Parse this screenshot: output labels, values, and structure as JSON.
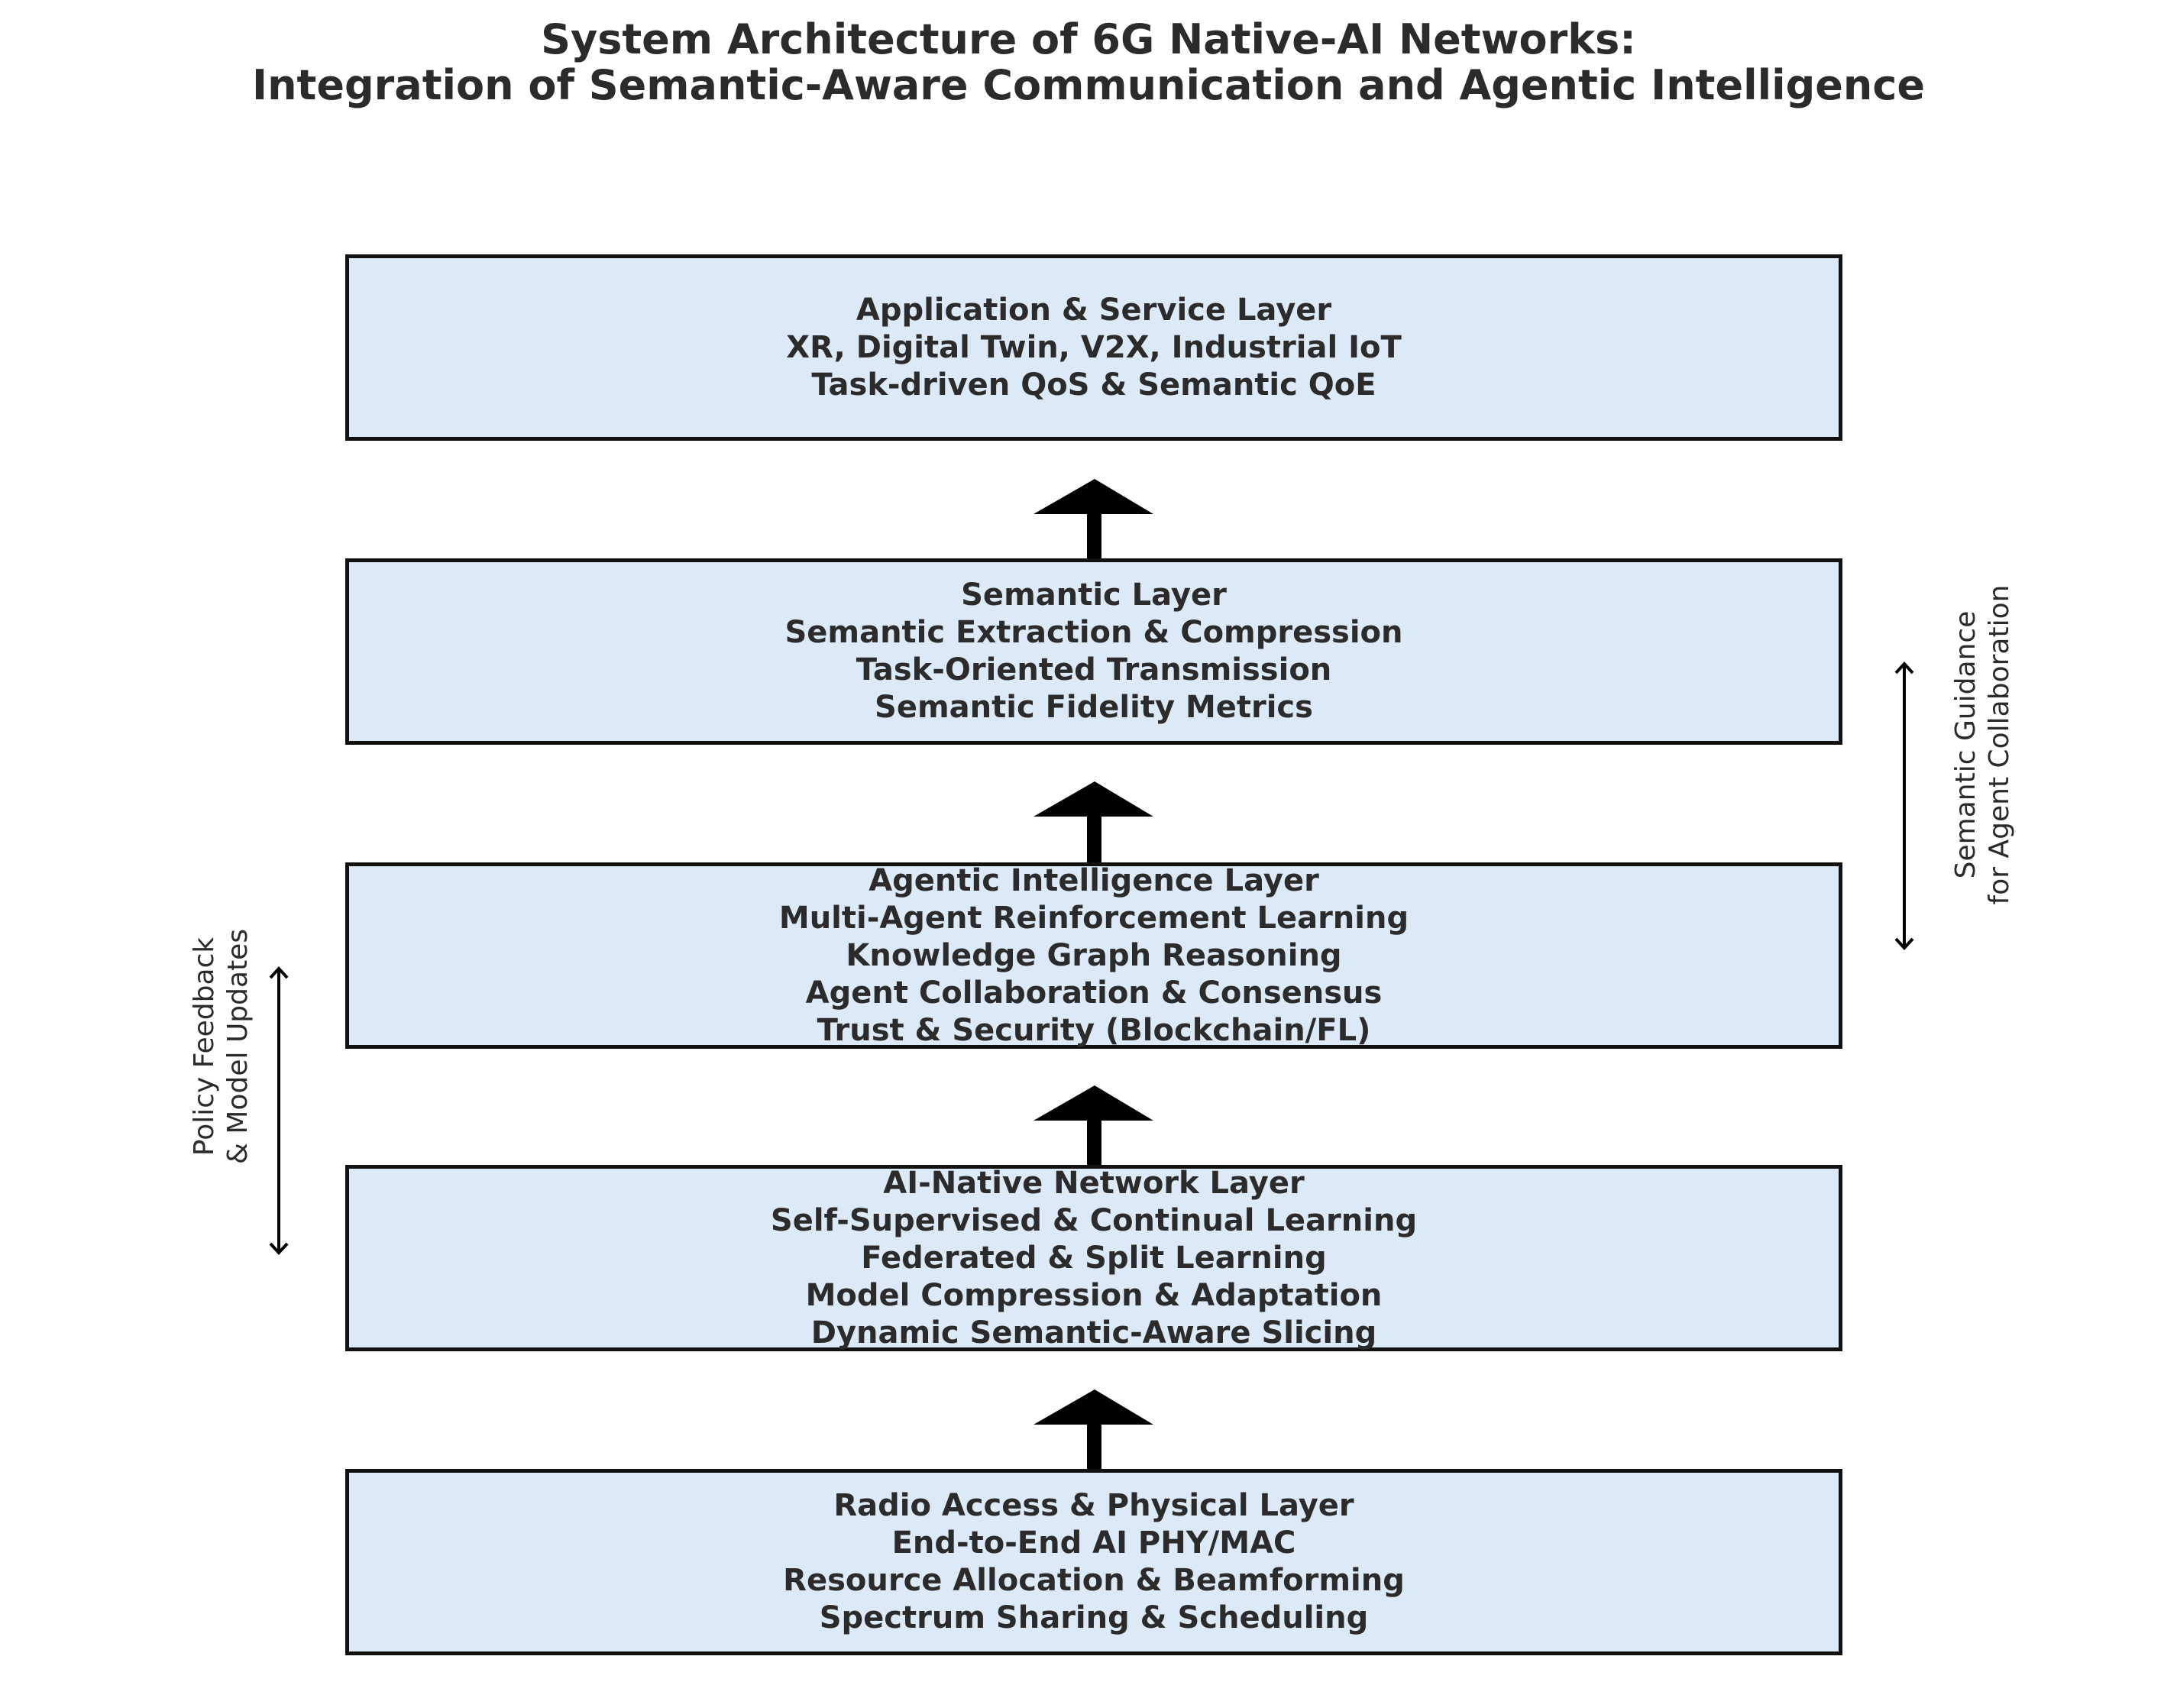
{
  "title": {
    "line1": "System Architecture of 6G Native-AI Networks:",
    "line2": "Integration of Semantic-Aware Communication and Agentic Intelligence"
  },
  "layers": [
    {
      "name": "Application & Service Layer",
      "lines": [
        "XR, Digital Twin, V2X, Industrial IoT",
        "Task-driven QoS & Semantic QoE"
      ]
    },
    {
      "name": "Semantic Layer",
      "lines": [
        "Semantic Extraction & Compression",
        "Task-Oriented Transmission",
        "Semantic Fidelity Metrics"
      ]
    },
    {
      "name": "Agentic Intelligence Layer",
      "lines": [
        "Multi-Agent Reinforcement Learning",
        "Knowledge Graph Reasoning",
        "Agent Collaboration & Consensus",
        "Trust & Security (Blockchain/FL)"
      ]
    },
    {
      "name": "AI-Native Network Layer",
      "lines": [
        "Self-Supervised & Continual Learning",
        "Federated & Split Learning",
        "Model Compression & Adaptation",
        "Dynamic Semantic-Aware Slicing"
      ]
    },
    {
      "name": "Radio Access & Physical Layer",
      "lines": [
        "End-to-End AI PHY/MAC",
        "Resource Allocation & Beamforming",
        "Spectrum Sharing & Scheduling"
      ]
    }
  ],
  "side_annotations": {
    "left": {
      "line1": "Policy Feedback",
      "line2": "& Model Updates"
    },
    "right": {
      "line1": "Semantic Guidance",
      "line2": "for Agent Collaboration"
    }
  },
  "colors": {
    "layer_fill": "#dce9f7",
    "layer_border": "#111111",
    "arrow": "#000000",
    "text": "#2b2b2b"
  }
}
